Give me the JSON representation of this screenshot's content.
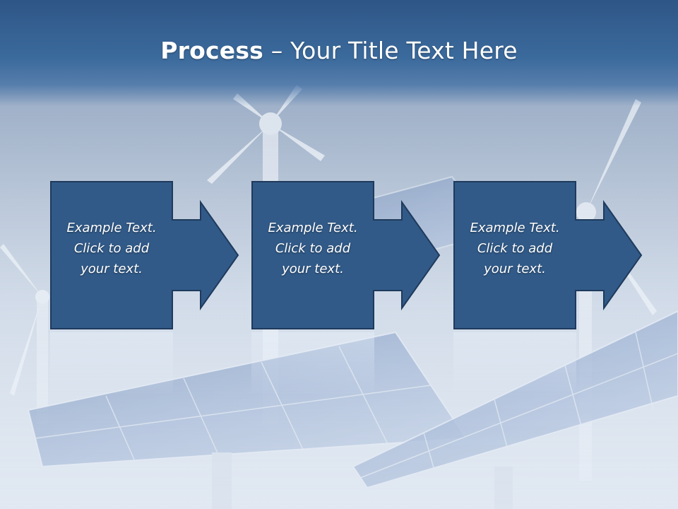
{
  "slide": {
    "title_bold": "Process",
    "title_rest": " – Your Title Text Here"
  },
  "steps": [
    {
      "text": "Example Text.\nClick  to add\nyour text."
    },
    {
      "text": "Example Text.\nClick  to add\nyour text."
    },
    {
      "text": "Example Text.\nClick  to add\nyour text."
    }
  ],
  "colors": {
    "title_band": "#2e5686",
    "box_fill": "#315a88",
    "box_border": "#1f3a5c",
    "text": "#ffffff"
  },
  "icons": [
    "wind-turbine-illustration",
    "solar-panel-illustration"
  ]
}
